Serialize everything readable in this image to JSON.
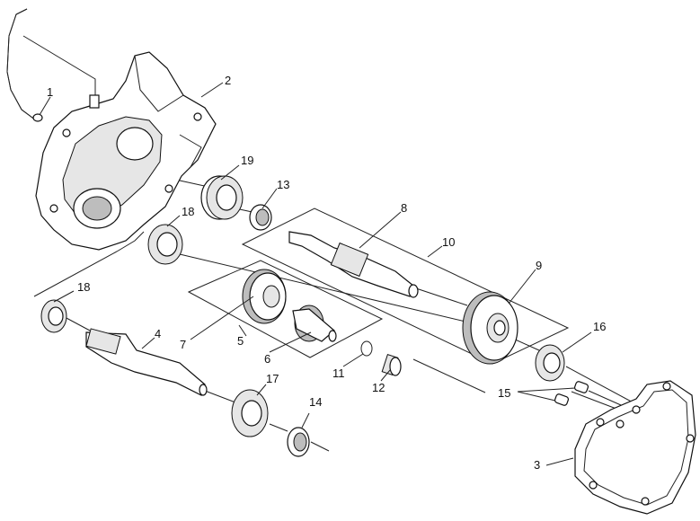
{
  "diagram": {
    "callouts": [
      {
        "id": "c1",
        "label": "1"
      },
      {
        "id": "c2",
        "label": "2"
      },
      {
        "id": "c3",
        "label": "3"
      },
      {
        "id": "c4",
        "label": "4"
      },
      {
        "id": "c5",
        "label": "5"
      },
      {
        "id": "c6",
        "label": "6"
      },
      {
        "id": "c7",
        "label": "7"
      },
      {
        "id": "c8",
        "label": "8"
      },
      {
        "id": "c9",
        "label": "9"
      },
      {
        "id": "c10",
        "label": "10"
      },
      {
        "id": "c11",
        "label": "11"
      },
      {
        "id": "c12",
        "label": "12"
      },
      {
        "id": "c13",
        "label": "13"
      },
      {
        "id": "c14",
        "label": "14"
      },
      {
        "id": "c15",
        "label": "15"
      },
      {
        "id": "c16",
        "label": "16"
      },
      {
        "id": "c17",
        "label": "17"
      },
      {
        "id": "c18a",
        "label": "18"
      },
      {
        "id": "c18b",
        "label": "18"
      },
      {
        "id": "c19",
        "label": "19"
      }
    ]
  }
}
